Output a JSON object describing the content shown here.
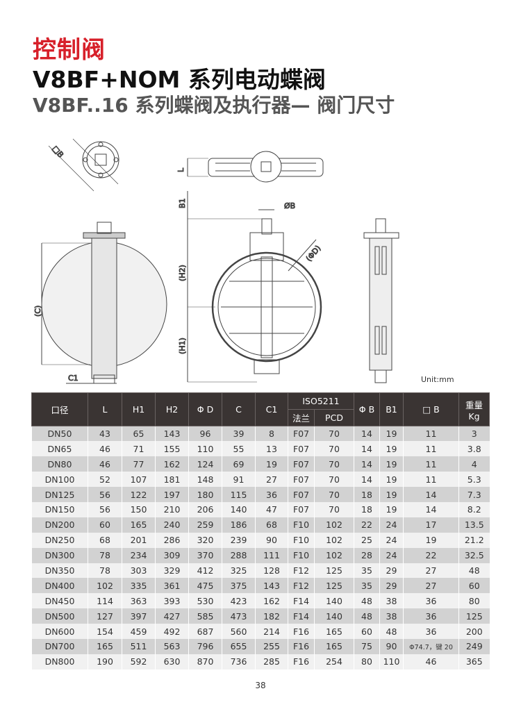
{
  "titles": {
    "category": "控制阀",
    "series": "V8BF+NOM 系列电动蝶阀",
    "subtitle": "V8BF..16 系列蝶阀及执行器— 阀门尺寸"
  },
  "drawing_labels": {
    "sq_b": "□B",
    "l": "L",
    "b1": "B1",
    "phi_b": "ØB",
    "phi_d": "(ΦD)",
    "h2": "(H2)",
    "h1": "(H1)",
    "c": "(C)",
    "c1": "C1",
    "unit": "Unit:mm"
  },
  "table": {
    "headers": {
      "dn": "口径",
      "l": "L",
      "h1": "H1",
      "h2": "H2",
      "phid": "Φ D",
      "c": "C",
      "c1": "C1",
      "iso": "ISO5211",
      "flange": "法兰",
      "pcd": "PCD",
      "phib": "Φ B",
      "b1": "B1",
      "sqb": "□ B",
      "weight": "重量",
      "kg": "Kg"
    },
    "rows": [
      [
        "DN50",
        "43",
        "65",
        "143",
        "96",
        "39",
        "8",
        "F07",
        "70",
        "14",
        "19",
        "11",
        "3"
      ],
      [
        "DN65",
        "46",
        "71",
        "155",
        "110",
        "55",
        "13",
        "F07",
        "70",
        "14",
        "19",
        "11",
        "3.8"
      ],
      [
        "DN80",
        "46",
        "77",
        "162",
        "124",
        "69",
        "19",
        "F07",
        "70",
        "14",
        "19",
        "11",
        "4"
      ],
      [
        "DN100",
        "52",
        "107",
        "181",
        "148",
        "91",
        "27",
        "F07",
        "70",
        "14",
        "19",
        "11",
        "5.3"
      ],
      [
        "DN125",
        "56",
        "122",
        "197",
        "180",
        "115",
        "36",
        "F07",
        "70",
        "18",
        "19",
        "14",
        "7.3"
      ],
      [
        "DN150",
        "56",
        "150",
        "210",
        "206",
        "140",
        "47",
        "F07",
        "70",
        "18",
        "19",
        "14",
        "8.2"
      ],
      [
        "DN200",
        "60",
        "165",
        "240",
        "259",
        "186",
        "68",
        "F10",
        "102",
        "22",
        "24",
        "17",
        "13.5"
      ],
      [
        "DN250",
        "68",
        "201",
        "286",
        "320",
        "239",
        "90",
        "F10",
        "102",
        "25",
        "24",
        "19",
        "21.2"
      ],
      [
        "DN300",
        "78",
        "234",
        "309",
        "370",
        "288",
        "111",
        "F10",
        "102",
        "28",
        "24",
        "22",
        "32.5"
      ],
      [
        "DN350",
        "78",
        "303",
        "329",
        "412",
        "325",
        "128",
        "F12",
        "125",
        "35",
        "29",
        "27",
        "48"
      ],
      [
        "DN400",
        "102",
        "335",
        "361",
        "475",
        "375",
        "143",
        "F12",
        "125",
        "35",
        "29",
        "27",
        "60"
      ],
      [
        "DN450",
        "114",
        "363",
        "393",
        "530",
        "423",
        "162",
        "F14",
        "140",
        "48",
        "38",
        "36",
        "80"
      ],
      [
        "DN500",
        "127",
        "397",
        "427",
        "585",
        "473",
        "182",
        "F14",
        "140",
        "48",
        "38",
        "36",
        "125"
      ],
      [
        "DN600",
        "154",
        "459",
        "492",
        "687",
        "560",
        "214",
        "F16",
        "165",
        "60",
        "48",
        "36",
        "200"
      ],
      [
        "DN700",
        "165",
        "511",
        "563",
        "796",
        "655",
        "255",
        "F16",
        "165",
        "75",
        "90",
        "Φ74.7，键 20",
        "249"
      ],
      [
        "DN800",
        "190",
        "592",
        "630",
        "870",
        "736",
        "285",
        "F16",
        "254",
        "80",
        "110",
        "46",
        "365"
      ]
    ]
  },
  "page_number": "38"
}
